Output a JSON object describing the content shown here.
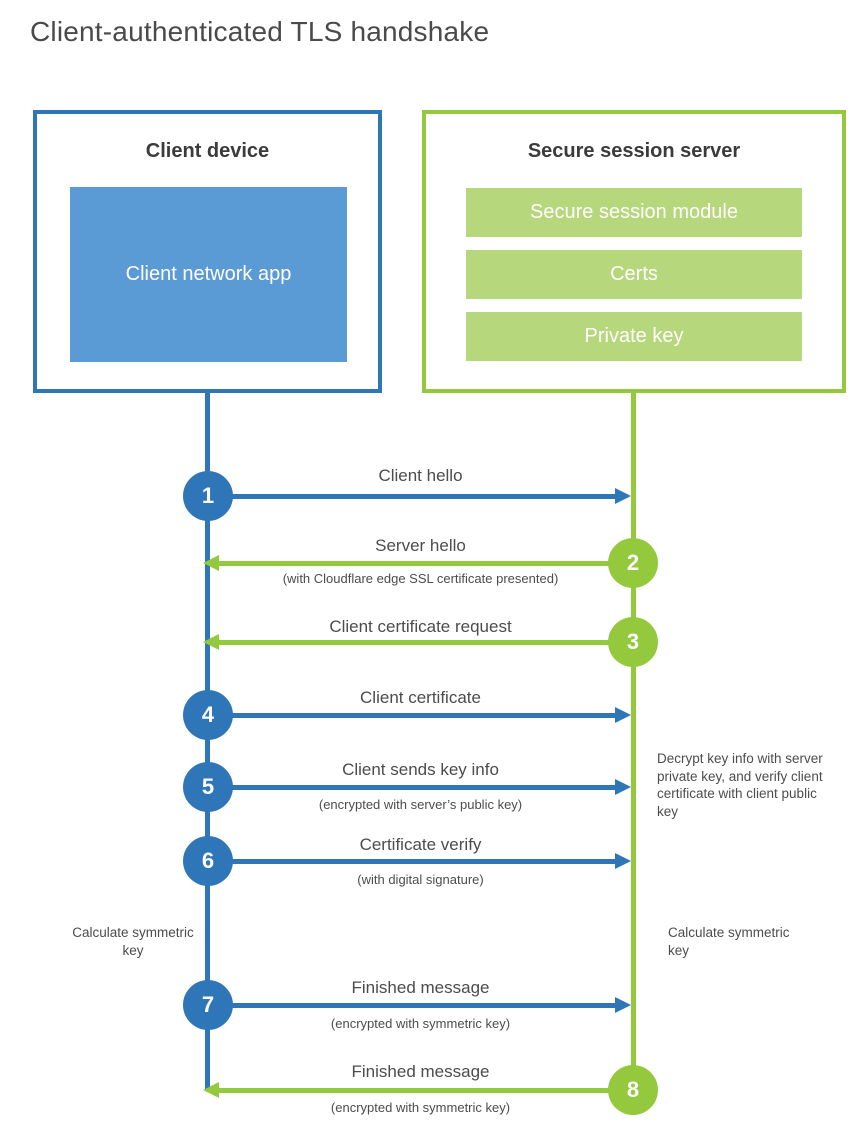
{
  "title": "Client-authenticated TLS handshake",
  "client": {
    "title": "Client device",
    "app": "Client network app"
  },
  "server": {
    "title": "Secure session server",
    "modules": [
      "Secure session module",
      "Certs",
      "Private key"
    ]
  },
  "steps": [
    {
      "num": "1",
      "label": "Client hello",
      "sub": "",
      "from": "client",
      "to": "server"
    },
    {
      "num": "2",
      "label": "Server hello",
      "sub": "(with Cloudflare edge SSL certificate presented)",
      "from": "server",
      "to": "client"
    },
    {
      "num": "3",
      "label": "Client certificate request",
      "sub": "",
      "from": "server",
      "to": "client"
    },
    {
      "num": "4",
      "label": "Client certificate",
      "sub": "",
      "from": "client",
      "to": "server"
    },
    {
      "num": "5",
      "label": "Client sends key info",
      "sub": "(encrypted with server’s public key)",
      "from": "client",
      "to": "server"
    },
    {
      "num": "6",
      "label": "Certificate verify",
      "sub": "(with digital signature)",
      "from": "client",
      "to": "server"
    },
    {
      "num": "7",
      "label": "Finished message",
      "sub": "(encrypted with symmetric key)",
      "from": "client",
      "to": "server"
    },
    {
      "num": "8",
      "label": "Finished message",
      "sub": "(encrypted with symmetric key)",
      "from": "server",
      "to": "client"
    }
  ],
  "notes": {
    "left_calc": "Calculate symmetric key",
    "right_calc": "Calculate symmetric key",
    "decrypt": "Decrypt key info with server private key, and verify client certificate with client public key"
  },
  "colors": {
    "blue": "#2e76b8",
    "light_blue": "#5b9bd5",
    "green": "#94c83d",
    "light_green": "#b7d77c"
  }
}
